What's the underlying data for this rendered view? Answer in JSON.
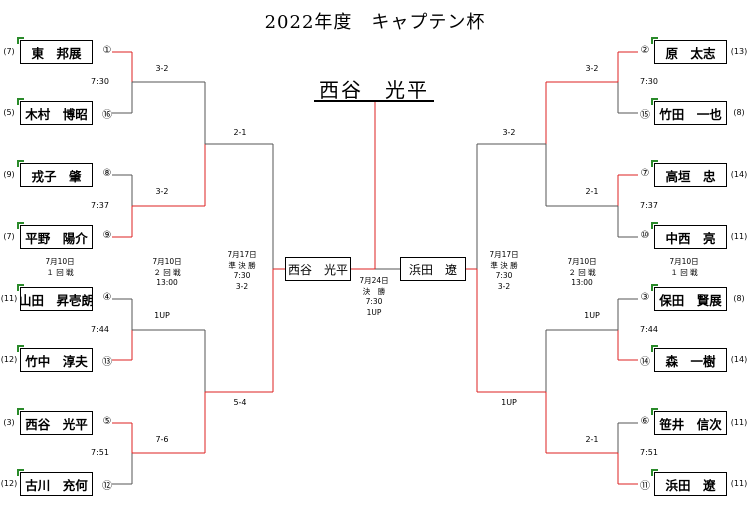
{
  "title": "2022年度　キャプテン杯",
  "champion": "西谷　光平",
  "left_players": [
    {
      "seed": "(7)",
      "name": "東　邦展",
      "draw": "①"
    },
    {
      "seed": "(5)",
      "name": "木村　博昭",
      "draw": "⑯"
    },
    {
      "seed": "(9)",
      "name": "戎子　肇",
      "draw": "⑧"
    },
    {
      "seed": "(7)",
      "name": "平野　陽介",
      "draw": "⑨"
    },
    {
      "seed": "(11)",
      "name": "山田　昇壱朗",
      "draw": "④"
    },
    {
      "seed": "(12)",
      "name": "竹中　淳夫",
      "draw": "⑬"
    },
    {
      "seed": "(3)",
      "name": "西谷　光平",
      "draw": "⑤"
    },
    {
      "seed": "(12)",
      "name": "古川　充何",
      "draw": "⑫"
    }
  ],
  "right_players": [
    {
      "seed": "(13)",
      "name": "原　太志",
      "draw": "②"
    },
    {
      "seed": "(8)",
      "name": "竹田　一也",
      "draw": "⑮"
    },
    {
      "seed": "(14)",
      "name": "高垣　忠",
      "draw": "⑦"
    },
    {
      "seed": "(11)",
      "name": "中西　亮",
      "draw": "⑩"
    },
    {
      "seed": "(8)",
      "name": "保田　賢展",
      "draw": "③"
    },
    {
      "seed": "(14)",
      "name": "森　一樹",
      "draw": "⑭"
    },
    {
      "seed": "(11)",
      "name": "笹井　信次",
      "draw": "⑥"
    },
    {
      "seed": "(11)",
      "name": "浜田　遼",
      "draw": "⑪"
    }
  ],
  "left_r1": [
    {
      "time": "7:30",
      "score": "3-2"
    },
    {
      "time": "7:37",
      "score": "3-2"
    },
    {
      "time": "7:44",
      "score": "1UP"
    },
    {
      "time": "7:51",
      "score": "7-6"
    }
  ],
  "right_r1": [
    {
      "time": "7:30",
      "score": "3-2"
    },
    {
      "time": "7:37",
      "score": "2-1"
    },
    {
      "time": "7:44",
      "score": "1UP"
    },
    {
      "time": "7:51",
      "score": "2-1"
    }
  ],
  "left_r2_scores": [
    "2-1",
    "5-4"
  ],
  "right_r2_scores": [
    "3-2",
    "1UP"
  ],
  "semifinalists": {
    "left": "西谷　光平",
    "right": "浜田　遼"
  },
  "round_info": {
    "r1": {
      "date": "7月10日",
      "label": "１ 回 戦"
    },
    "r2": {
      "date": "7月10日",
      "label": "２ 回 戦",
      "time": "13:00"
    },
    "left_semi": {
      "date": "7月17日",
      "label": "準 決 勝",
      "time": "7:30",
      "score": "3-2"
    },
    "right_semi": {
      "date": "7月17日",
      "label": "準 決 勝",
      "time": "7:30",
      "score": "3-2"
    },
    "final": {
      "date": "7月24日",
      "label": "決　勝",
      "time": "7:30",
      "score": "1UP"
    }
  },
  "colors": {
    "winner_line": "#dd2222",
    "line": "#555555",
    "corner": "#2a8a2a"
  }
}
